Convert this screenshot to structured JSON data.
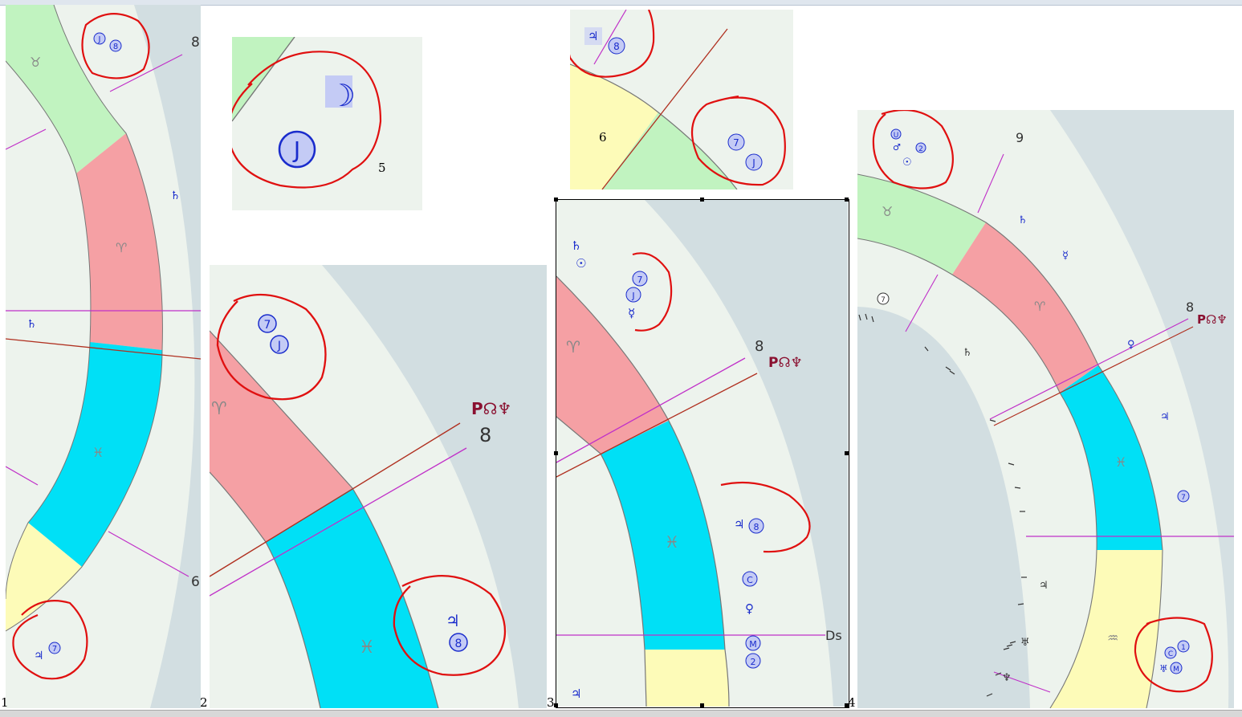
{
  "panels": [
    {
      "index_label": "1",
      "house_numbers": [
        "8",
        "6"
      ],
      "sign_glyphs": [
        "♉",
        "♈",
        "♓"
      ]
    },
    {
      "index_label": "2",
      "house_number": "8",
      "sign_glyphs": [
        "♈",
        "♓"
      ]
    },
    {
      "index_label": "3",
      "house_number": "8",
      "axis_label": "Ds",
      "sign_glyphs": [
        "♈",
        "♓"
      ]
    },
    {
      "index_label": "4",
      "house_numbers": [
        "9",
        "8"
      ],
      "sign_glyphs": [
        "♉",
        "♈",
        "♓",
        "♒"
      ]
    },
    {
      "index_label": "5",
      "glyph": "☽"
    },
    {
      "index_label": "6"
    }
  ],
  "symbols": {
    "saturn": "♄",
    "jupiter": "♃",
    "mercury": "☿",
    "venus": "♀",
    "mars": "♂",
    "sun": "☉",
    "neptune": "♆",
    "uranus": "♅",
    "moon": "☽",
    "circled": [
      "J",
      "8",
      "7",
      "2",
      "1",
      "C",
      "M",
      "U"
    ]
  },
  "colors": {
    "background": "#edf3ed",
    "outer_band": "#d2dee1",
    "aries": "#f5a0a4",
    "pisces": "#00e0f6",
    "taurus": "#c1f3c0",
    "aquarius": "#fdfbb8",
    "planet": "#1a2ccc",
    "annotation": "#e01010",
    "house_line": "#c030c8",
    "axis_line": "#b03020"
  }
}
